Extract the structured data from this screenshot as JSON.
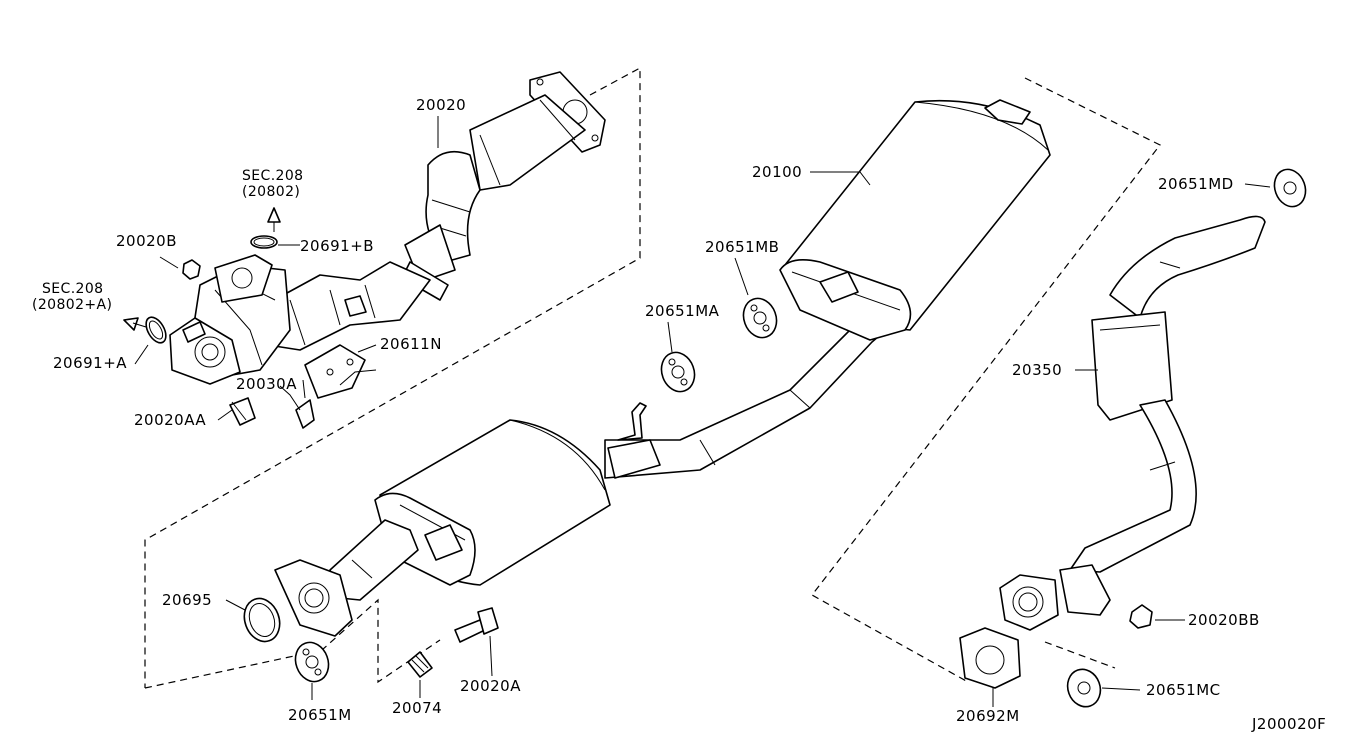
{
  "diagram": {
    "code": "J200020F",
    "labels": {
      "p20020": "20020",
      "sec208_b_line1": "SEC.208",
      "sec208_b_line2": "(20802)",
      "p20691_b": "20691+B",
      "p20020b": "20020B",
      "sec208_a_line1": "SEC.208",
      "sec208_a_line2": "(20802+A)",
      "p20691_a": "20691+A",
      "p20611n": "20611N",
      "p20030a": "20030A",
      "p20020aa": "20020AA",
      "p20100": "20100",
      "p20651mb": "20651MB",
      "p20651ma": "20651MA",
      "p20651md": "20651MD",
      "p20350": "20350",
      "p20695": "20695",
      "p20651m": "20651M",
      "p20074": "20074",
      "p20020a": "20020A",
      "p20020bb": "20020BB",
      "p20651mc": "20651MC",
      "p20692m": "20692M"
    }
  }
}
